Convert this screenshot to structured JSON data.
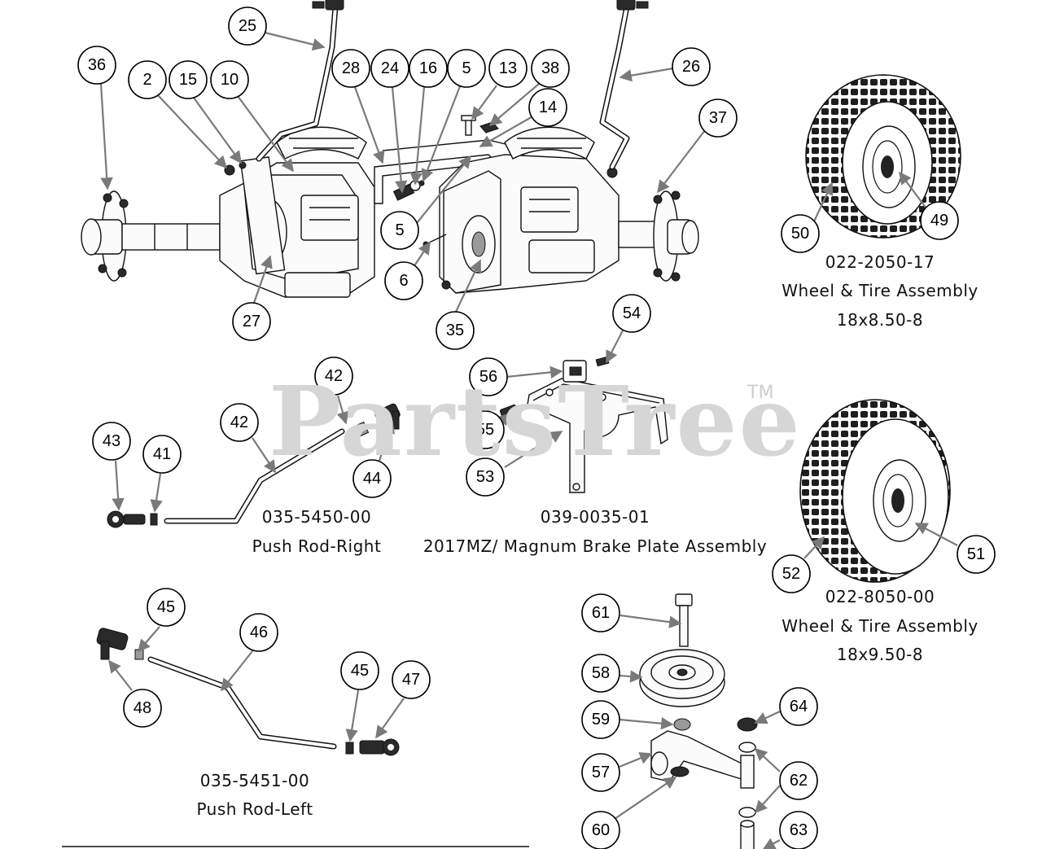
{
  "watermark": {
    "text": "PartsTree",
    "tm": "TM"
  },
  "captions": {
    "wheel_a_part": "022-2050-17",
    "wheel_a_name": "Wheel & Tire Assembly",
    "wheel_a_size": "18x8.50-8",
    "wheel_b_part": "022-8050-00",
    "wheel_b_name": "Wheel & Tire Assembly",
    "wheel_b_size": "18x9.50-8",
    "rod_right_part": "035-5450-00",
    "rod_right_name": "Push Rod-Right",
    "brake_part": "039-0035-01",
    "brake_name": "2017MZ/ Magnum Brake Plate Assembly",
    "rod_left_part": "035-5451-00",
    "rod_left_name": "Push Rod-Left"
  },
  "callouts": {
    "c25": "25",
    "c26": "26",
    "c36": "36",
    "c2": "2",
    "c15": "15",
    "c10": "10",
    "c28": "28",
    "c24": "24",
    "c16": "16",
    "c5a": "5",
    "c13": "13",
    "c38": "38",
    "c14": "14",
    "c37": "37",
    "c5b": "5",
    "c6": "6",
    "c27": "27",
    "c35": "35",
    "c50": "50",
    "c49": "49",
    "c54": "54",
    "c56": "56",
    "c42a": "42",
    "c42b": "42",
    "c43": "43",
    "c41": "41",
    "c44": "44",
    "c55": "55",
    "c53": "53",
    "c52": "52",
    "c51": "51",
    "c45a": "45",
    "c46": "46",
    "c45b": "45",
    "c47": "47",
    "c48": "48",
    "c61": "61",
    "c58": "58",
    "c59": "59",
    "c57": "57",
    "c60": "60",
    "c64": "64",
    "c62": "62",
    "c63": "63"
  }
}
